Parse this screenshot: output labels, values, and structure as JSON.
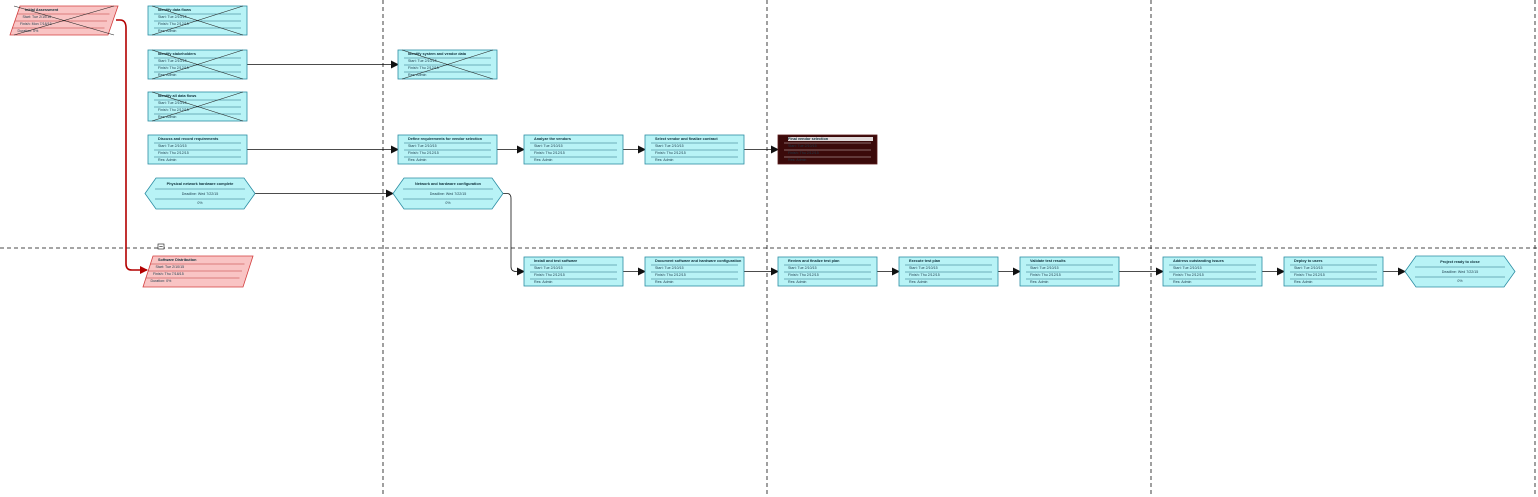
{
  "colors": {
    "task_fill": "#b8f3f6",
    "task_stroke": "#2b8da3",
    "milestone_fill": "#b8f3f6",
    "risk_fill": "#f9c4c4",
    "risk_stroke": "#d33f3f",
    "dark_fill": "#3b0a0a",
    "dark_stroke": "#5a1a1a",
    "arrow": "#111111",
    "red_link": "#b30000",
    "divider": "#111111"
  },
  "icons": {
    "collapse": "minus-box-icon"
  },
  "nodes": [
    {
      "id": "risk1",
      "kind": "risk",
      "crossed": true,
      "lines": [
        "Initial Assessment",
        "Start: Tue 2/10/15",
        "Finish: Mon 7/18/15",
        "Duration: 0%"
      ]
    },
    {
      "id": "t1",
      "kind": "task",
      "crossed": true,
      "lines": [
        "Identify data flows",
        "Start: Tue 2/10/15",
        "Finish: Thu 2/12/15",
        "Res: Admin"
      ]
    },
    {
      "id": "t2",
      "kind": "task",
      "crossed": true,
      "lines": [
        "Identify stakeholders",
        "Start: Tue 2/10/15",
        "Finish: Thu 2/12/15",
        "Res: Admin"
      ]
    },
    {
      "id": "t3",
      "kind": "task",
      "crossed": true,
      "lines": [
        "Identify all data flows",
        "Start: Tue 2/10/15",
        "Finish: Thu 2/12/15",
        "Res: Admin"
      ]
    },
    {
      "id": "t4",
      "kind": "task",
      "crossed": false,
      "lines": [
        "Discuss and record requirements",
        "Start: Tue 2/10/15",
        "Finish: Thu 2/12/15",
        "Res: Admin"
      ]
    },
    {
      "id": "t5",
      "kind": "task",
      "crossed": true,
      "lines": [
        "Identify system and vendor data",
        "Start: Tue 2/10/15",
        "Finish: Thu 2/12/15",
        "Res: Admin"
      ]
    },
    {
      "id": "t6",
      "kind": "task",
      "crossed": false,
      "lines": [
        "Define requirements for vendor selection",
        "Start: Tue 2/10/15",
        "Finish: Thu 2/12/15",
        "Res: Admin"
      ]
    },
    {
      "id": "t7",
      "kind": "task",
      "crossed": false,
      "lines": [
        "Analyze the vendors",
        "Start: Tue 2/10/15",
        "Finish: Thu 2/12/15",
        "Res: Admin"
      ]
    },
    {
      "id": "t8",
      "kind": "task",
      "crossed": false,
      "lines": [
        "Select vendor and finalize contract",
        "Start: Tue 2/10/15",
        "Finish: Thu 2/12/15",
        "Res: Admin"
      ]
    },
    {
      "id": "d1",
      "kind": "dark",
      "crossed": false,
      "lines": [
        "Final vendor selection",
        "Start: Tue 2/10/15",
        "Finish: Thu 2/12/15",
        "Res: Admin"
      ]
    },
    {
      "id": "m1",
      "kind": "milestone",
      "lines": [
        "Physical network hardware complete",
        "Deadline: Wed 7/22/15",
        "0%"
      ]
    },
    {
      "id": "m2",
      "kind": "milestone",
      "lines": [
        "Network and hardware configuration",
        "Deadline: Wed 7/22/15",
        "0%"
      ]
    },
    {
      "id": "risk2",
      "kind": "risk",
      "crossed": false,
      "lines": [
        "Software Distribution",
        "Start: Tue 2/10/15",
        "Finish: Thu 7/18/15",
        "Duration: 0%"
      ]
    },
    {
      "id": "b1",
      "kind": "task",
      "crossed": false,
      "lines": [
        "Install and test software",
        "Start: Tue 2/10/15",
        "Finish: Thu 2/12/15",
        "Res: Admin"
      ]
    },
    {
      "id": "b2",
      "kind": "task",
      "crossed": false,
      "lines": [
        "Document software and hardware configuration",
        "Start: Tue 2/10/15",
        "Finish: Thu 2/12/15",
        "Res: Admin"
      ]
    },
    {
      "id": "b3",
      "kind": "task",
      "crossed": false,
      "lines": [
        "Review and finalize test plan",
        "Start: Tue 2/10/15",
        "Finish: Thu 2/12/15",
        "Res: Admin"
      ]
    },
    {
      "id": "b4",
      "kind": "task",
      "crossed": false,
      "lines": [
        "Execute test plan",
        "Start: Tue 2/10/15",
        "Finish: Thu 2/12/15",
        "Res: Admin"
      ]
    },
    {
      "id": "b5",
      "kind": "task",
      "crossed": false,
      "lines": [
        "Validate test results",
        "Start: Tue 2/10/15",
        "Finish: Thu 2/12/15",
        "Res: Admin"
      ]
    },
    {
      "id": "b6",
      "kind": "task",
      "crossed": false,
      "lines": [
        "Address outstanding issues",
        "Start: Tue 2/10/15",
        "Finish: Thu 2/12/15",
        "Res: Admin"
      ]
    },
    {
      "id": "b7",
      "kind": "task",
      "crossed": false,
      "lines": [
        "Deploy to users",
        "Start: Tue 2/10/15",
        "Finish: Thu 2/12/15",
        "Res: Admin"
      ]
    },
    {
      "id": "m3",
      "kind": "milestone",
      "lines": [
        "Project ready to close",
        "Deadline: Wed 7/22/15",
        "0%"
      ]
    }
  ]
}
